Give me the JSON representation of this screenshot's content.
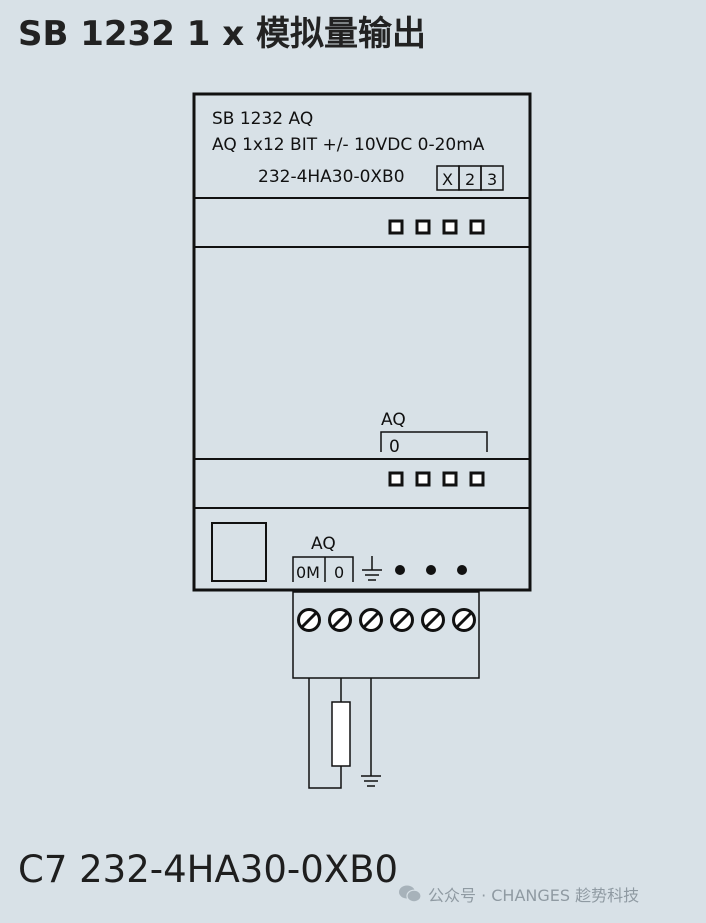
{
  "title": "SB 1232 1 x 模拟量输出",
  "module": {
    "name": "SB 1232 AQ",
    "spec": "AQ 1x12 BIT +/- 10VDC  0-20mA",
    "part_number": "232-4HA30-0XB0",
    "version_boxes": [
      "X",
      "2",
      "3"
    ]
  },
  "channel_group": {
    "label": "AQ",
    "channel": "0"
  },
  "terminal_header": {
    "label": "AQ",
    "pins": [
      "0M",
      "0"
    ]
  },
  "order_code": "C7 232-4HA30-0XB0",
  "watermark": "公众号 · CHANGES 趁势科技"
}
